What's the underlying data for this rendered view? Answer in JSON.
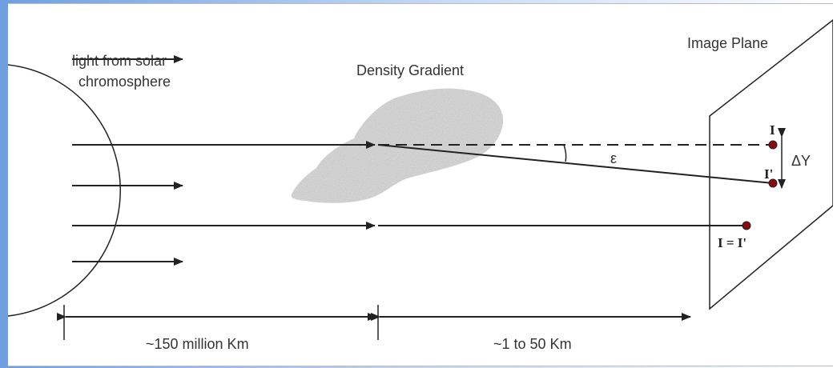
{
  "labels": {
    "light_source": [
      "light from solar",
      "chromosphere"
    ],
    "density_gradient": "Density Gradient",
    "image_plane": "Image Plane",
    "epsilon": "ε",
    "delta_y": "ΔY",
    "point_i": "I",
    "point_i_prime": "I'",
    "point_equal": "I = I'",
    "distance_sun": "~150 million Km",
    "distance_gradient": "~1 to 50 Km"
  },
  "colors": {
    "line": "#222222",
    "point": "#8b0a12",
    "text": "#333333",
    "background_left": "#6f9fe0"
  }
}
